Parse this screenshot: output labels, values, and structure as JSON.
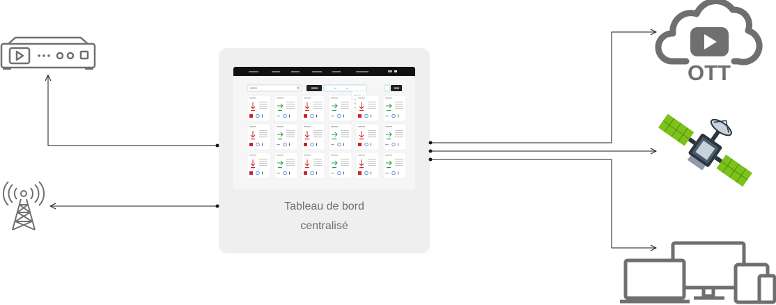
{
  "dashboard": {
    "caption_line1": "Tableau de bord",
    "caption_line2": "centralisé"
  },
  "ott": {
    "label": "OTT"
  },
  "dashboard_cards": [
    {
      "status": "down"
    },
    {
      "status": "ok"
    },
    {
      "status": "down"
    },
    {
      "status": "ok"
    },
    {
      "status": "down"
    },
    {
      "status": "ok"
    },
    {
      "status": "down"
    },
    {
      "status": "ok"
    },
    {
      "status": "down"
    },
    {
      "status": "ok"
    },
    {
      "status": "down"
    },
    {
      "status": "ok"
    },
    {
      "status": "down"
    },
    {
      "status": "ok"
    },
    {
      "status": "down"
    },
    {
      "status": "ok"
    },
    {
      "status": "down"
    },
    {
      "status": "ok"
    }
  ],
  "colors": {
    "line": "#1a1a1a",
    "icon_gray": "#6f6f6f",
    "satellite_green": "#7cc21a",
    "panel_bg": "#efefef",
    "status_down": "#d0202a",
    "status_ok": "#27a047"
  }
}
